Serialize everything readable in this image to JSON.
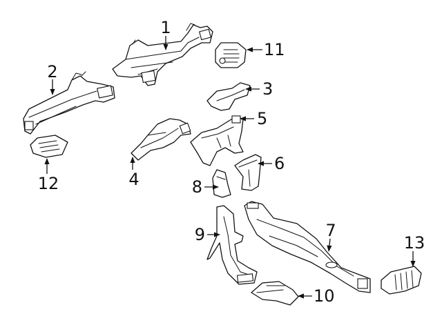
{
  "callouts": {
    "c1": "1",
    "c2": "2",
    "c3": "3",
    "c4": "4",
    "c5": "5",
    "c6": "6",
    "c7": "7",
    "c8": "8",
    "c9": "9",
    "c10": "10",
    "c11": "11",
    "c12": "12",
    "c13": "13"
  },
  "colors": {
    "line": "#111111",
    "background": "#ffffff"
  }
}
